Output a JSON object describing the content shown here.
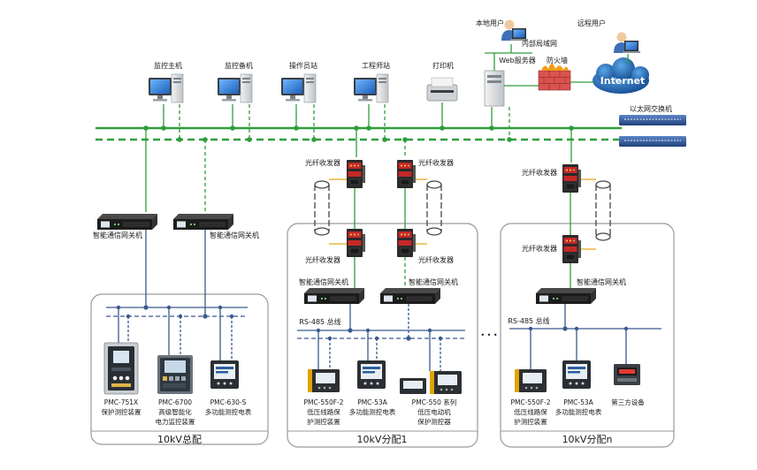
{
  "top_nodes": {
    "monitor_host": "监控主机",
    "monitor_backup": "监控备机",
    "operator_station": "操作员站",
    "engineer_station": "工程师站",
    "printer": "打印机",
    "local_user": "本地用户",
    "remote_user": "远程用户",
    "intranet": "内部局域网",
    "web_server": "Web服务器",
    "firewall": "防火墙",
    "internet": "Internet",
    "ethernet_switch": "以太网交换机"
  },
  "labels": {
    "fiber_transceiver": "光纤收发器",
    "gateway": "智能通信网关机",
    "rs485": "RS-485 总线",
    "ellipsis": "• • •"
  },
  "zones": [
    {
      "title": "10kV总配",
      "devices": [
        {
          "lines": [
            "PMC-751X",
            "保护测控装置"
          ]
        },
        {
          "lines": [
            "PMC-6700",
            "高级智能化",
            "电力监控装置"
          ]
        },
        {
          "lines": [
            "PMC-630-S",
            "多功能测控电表"
          ]
        }
      ]
    },
    {
      "title": "10kV分配1",
      "devices": [
        {
          "lines": [
            "PMC-550F-2",
            "低压线路保",
            "护测控装置"
          ]
        },
        {
          "lines": [
            "PMC-53A",
            "多功能测控电表"
          ]
        },
        {
          "lines": [
            "PMC-550 系列",
            "低压电动机",
            "保护测控器"
          ]
        }
      ]
    },
    {
      "title": "10kV分配n",
      "devices": [
        {
          "lines": [
            "PMC-550F-2",
            "低压线路保",
            "护测控装置"
          ]
        },
        {
          "lines": [
            "PMC-53A",
            "多功能测控电表"
          ]
        },
        {
          "lines": [
            "第三方设备"
          ]
        }
      ]
    }
  ],
  "colors": {
    "network": "#2e9e3c",
    "bus": "#3a5a8c",
    "fiber": "#e6a817",
    "zone_border": "#9a9a9a"
  }
}
